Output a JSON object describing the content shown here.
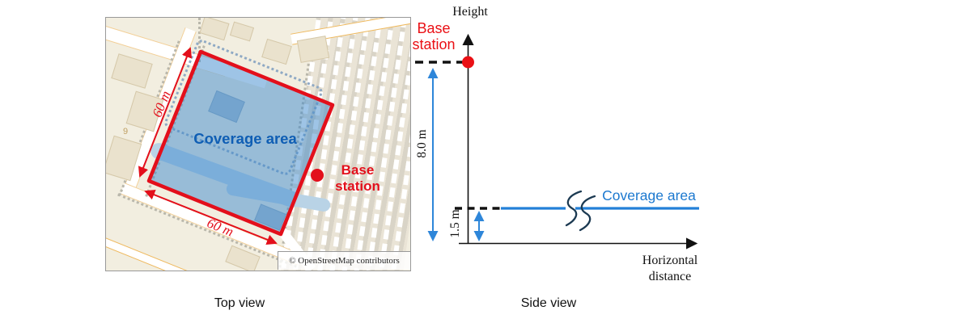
{
  "top_view": {
    "caption": "Top view",
    "coverage_label": "Coverage area",
    "base_station_line1": "Base",
    "base_station_line2": "station",
    "dim_left": "60 m",
    "dim_bottom": "60 m",
    "house_number": "9",
    "attribution": "© OpenStreetMap contributors"
  },
  "side_view": {
    "caption": "Side view",
    "y_axis_label": "Height",
    "x_axis_label_line1": "Horizontal",
    "x_axis_label_line2": "distance",
    "base_station_line1": "Base",
    "base_station_line2": "station",
    "coverage_label": "Coverage area",
    "base_station_height": "8.0 m",
    "coverage_height": "1.5 m"
  },
  "colors": {
    "red": "#e30f1b",
    "blue_line": "#2380d8",
    "blue_arrow": "#2e86d9",
    "coverage_text_map": "#0f5eb4",
    "coverage_text_side": "#1b78cf",
    "coverage_fill": "rgba(62,138,205,0.5)",
    "break_mark": "#1c3a52"
  }
}
